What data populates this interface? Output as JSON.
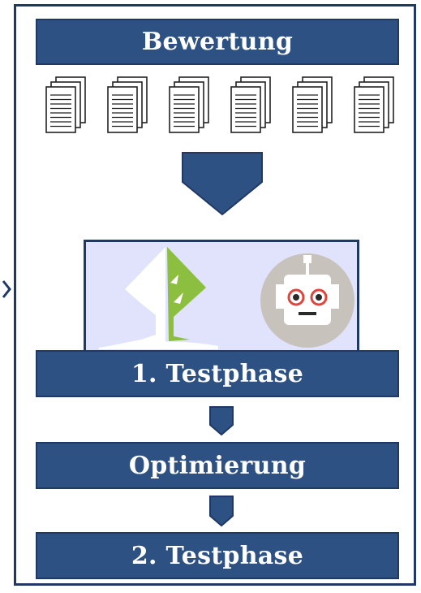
{
  "steps": {
    "evaluation": "Bewertung",
    "test1": "1. Testphase",
    "optimization": "Optimierung",
    "test2": "2. Testphase"
  },
  "document_count": 6,
  "icons": [
    "document-stack-icon",
    "tree-logo-icon",
    "robot-face-icon",
    "down-arrow-icon"
  ],
  "colors": {
    "bar_fill": "#2e5183",
    "border": "#1f3864",
    "image_bg": "#e0e3fb",
    "tree_green": "#8cbf3f",
    "robot_bg": "#c7c3bc",
    "robot_eye": "#e0443a"
  }
}
